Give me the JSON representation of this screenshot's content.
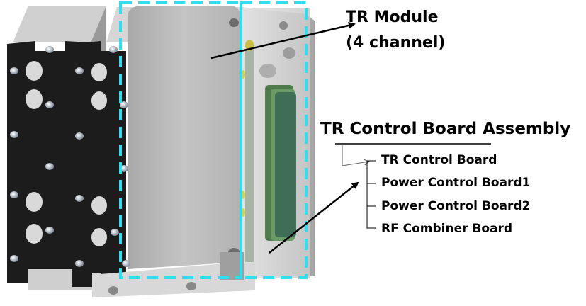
{
  "module_label": {
    "title": "TR Module",
    "subtitle": "(4 channel)"
  },
  "assembly": {
    "title": "TR Control Board Assembly",
    "items": [
      "TR Control Board",
      "Power Control Board1",
      "Power Control Board2",
      "RF Combiner Board"
    ]
  },
  "colors": {
    "highlight_dash": "#33ddee",
    "plate_dark": "#1c1c1c",
    "housing_gray": "#bcbcbc",
    "base_light": "#d8d8d8",
    "pcb_green": "#5a8a55",
    "annotation": "#000000"
  }
}
